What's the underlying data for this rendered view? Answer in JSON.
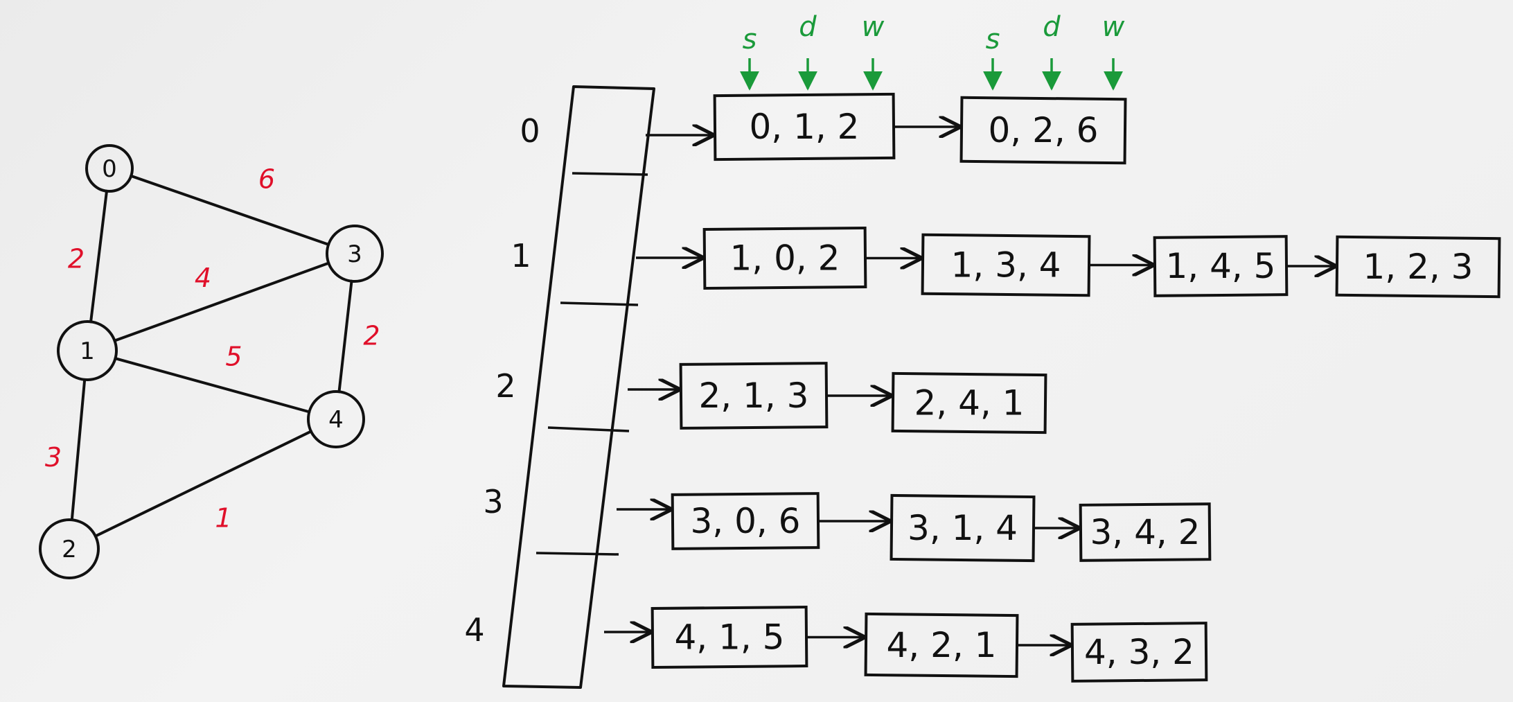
{
  "graph": {
    "nodes": [
      "0",
      "1",
      "2",
      "3",
      "4"
    ],
    "edges": [
      {
        "from": "0",
        "to": "1",
        "weight": "2"
      },
      {
        "from": "0",
        "to": "3",
        "weight": "6"
      },
      {
        "from": "1",
        "to": "3",
        "weight": "4"
      },
      {
        "from": "1",
        "to": "4",
        "weight": "5"
      },
      {
        "from": "1",
        "to": "2",
        "weight": "3"
      },
      {
        "from": "3",
        "to": "4",
        "weight": "2"
      },
      {
        "from": "2",
        "to": "4",
        "weight": "1"
      }
    ]
  },
  "adjacency_list": {
    "indices": [
      "0",
      "1",
      "2",
      "3",
      "4"
    ],
    "field_legend": [
      "s",
      "d",
      "w"
    ],
    "rows": [
      [
        "0, 1, 2",
        "0, 2, 6"
      ],
      [
        "1, 0, 2",
        "1, 3, 4",
        "1, 4, 5",
        "1, 2, 3"
      ],
      [
        "2, 1, 3",
        "2, 4, 1"
      ],
      [
        "3, 0, 6",
        "3, 1, 4",
        "3, 4, 2"
      ],
      [
        "4, 1, 5",
        "4, 2, 1",
        "4, 3, 2"
      ]
    ]
  },
  "colors": {
    "ink": "#111111",
    "weights": "#e0102a",
    "legend": "#1a9a3a"
  }
}
